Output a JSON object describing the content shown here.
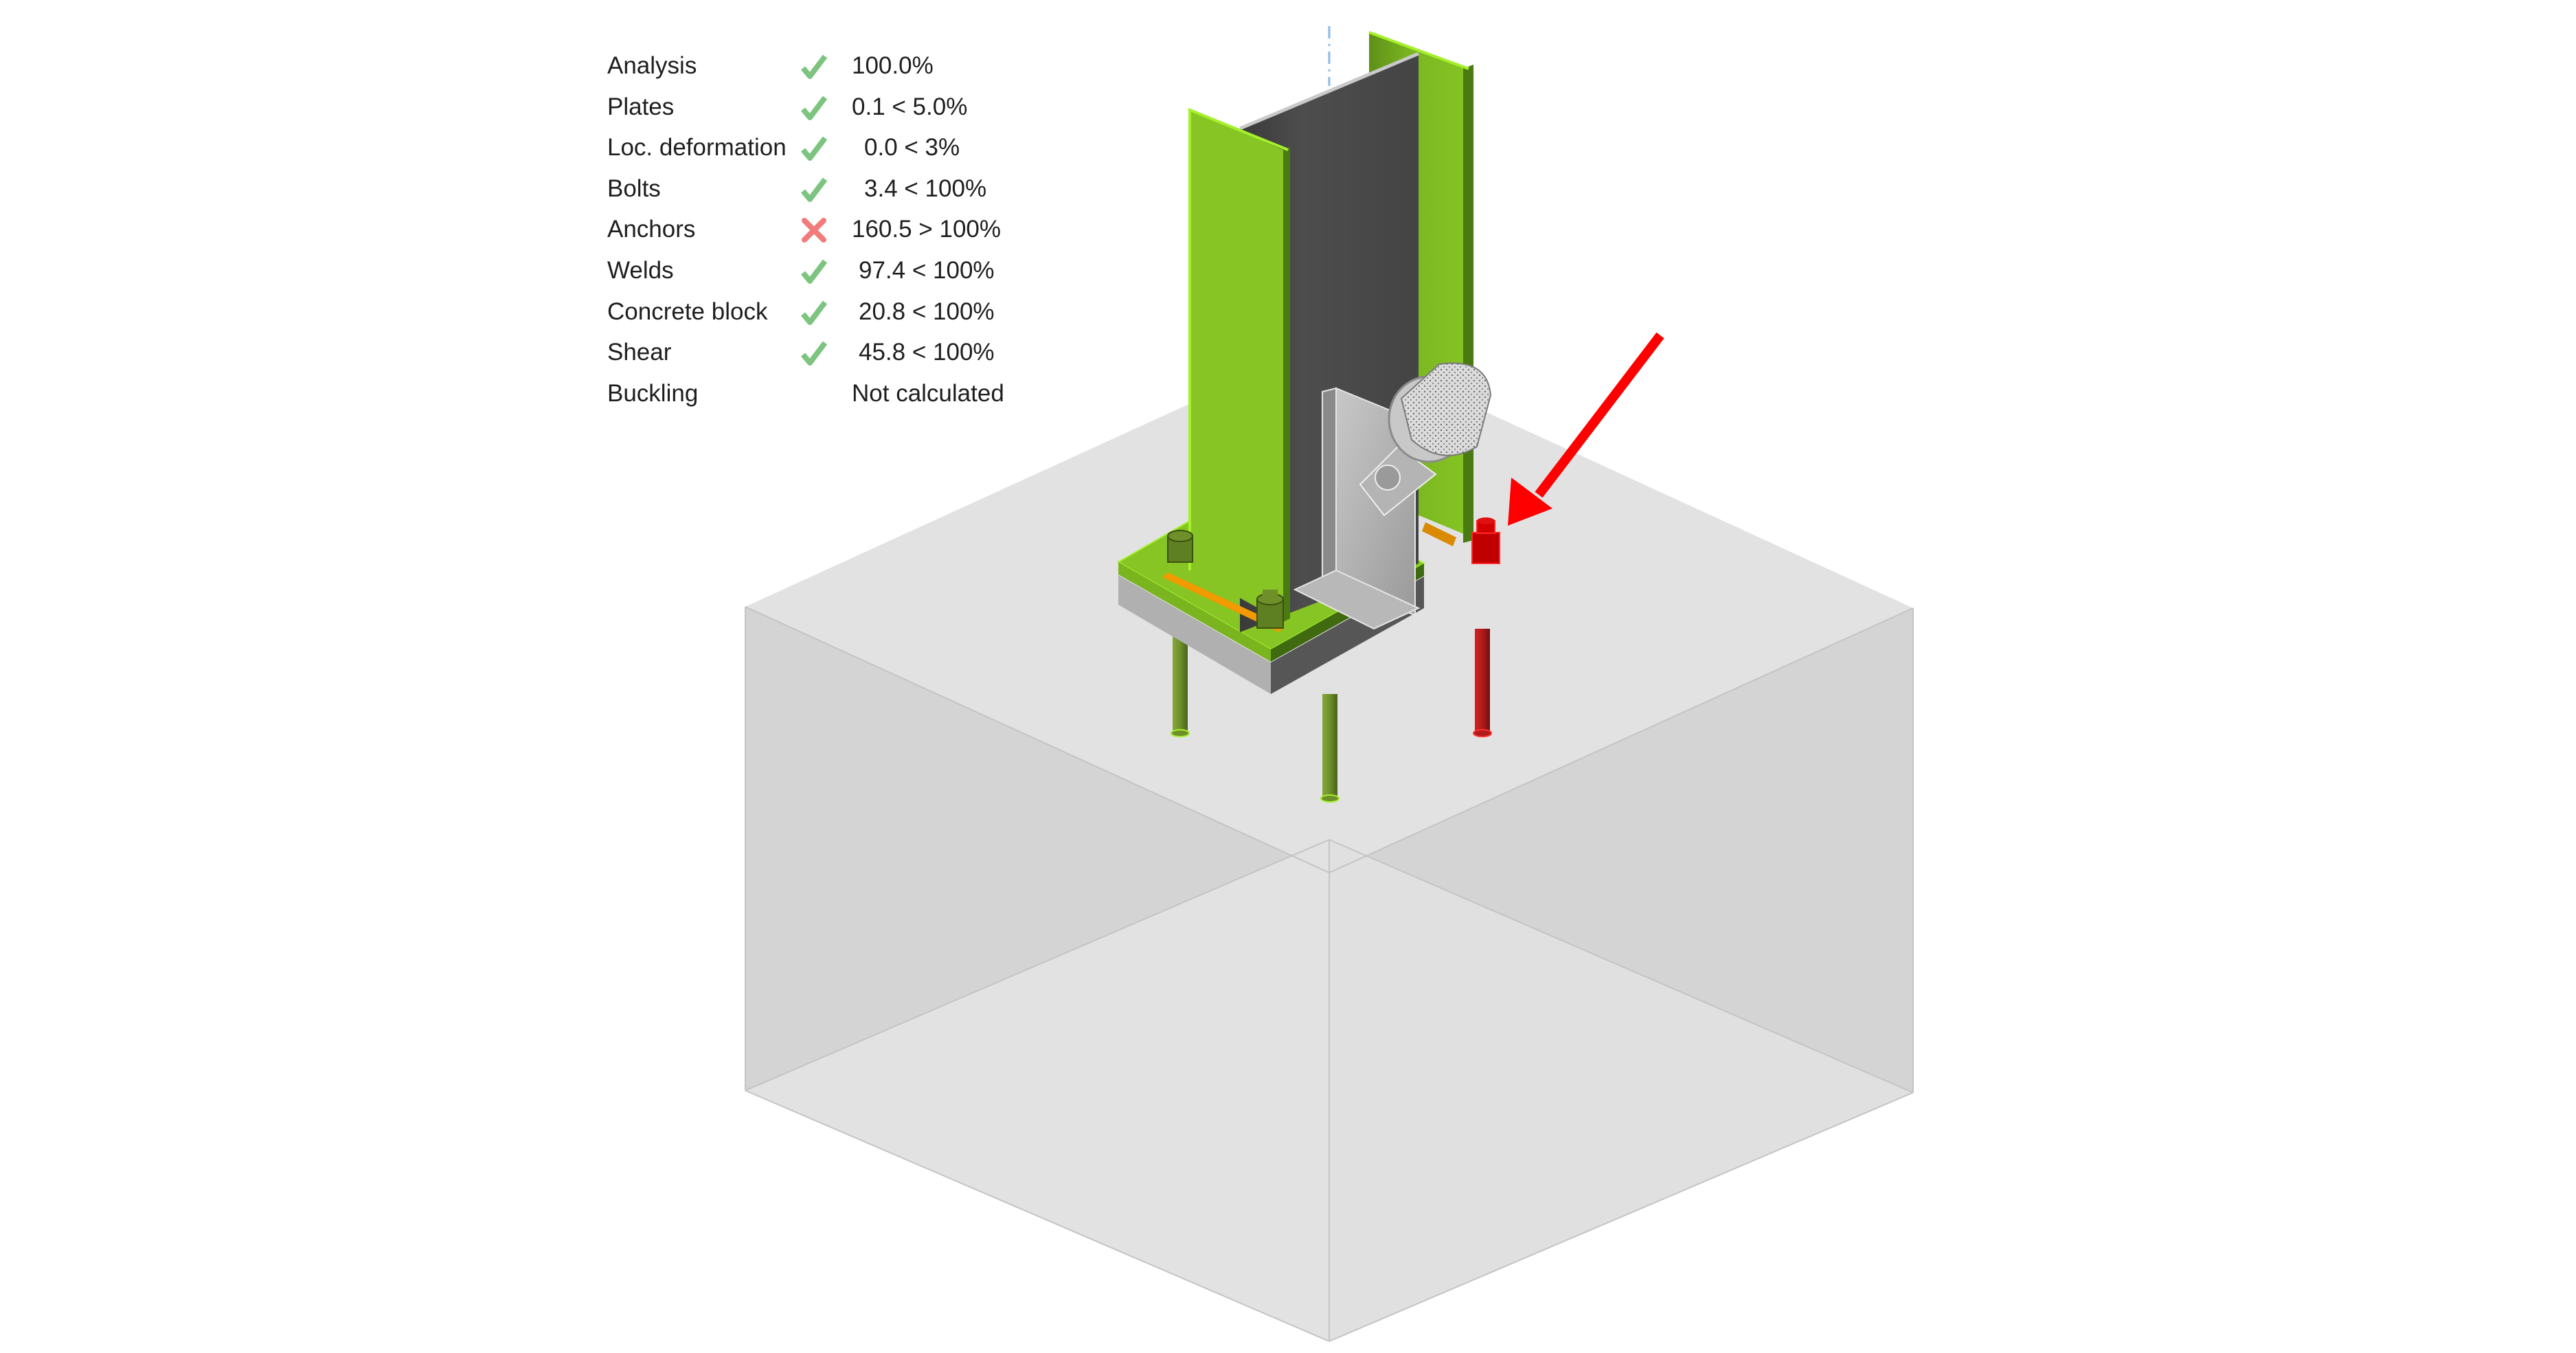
{
  "view": {
    "type": "3D connection model view (column base plate on concrete block)",
    "background": "#ffffff"
  },
  "results": {
    "rows": [
      {
        "label": "Analysis",
        "status": "pass",
        "value": "100.0%"
      },
      {
        "label": "Plates",
        "status": "pass",
        "value": "0.1 < 5.0%"
      },
      {
        "label": "Loc. deformation",
        "status": "pass",
        "value": "0.0 < 3%"
      },
      {
        "label": "Bolts",
        "status": "pass",
        "value": "3.4 < 100%"
      },
      {
        "label": "Anchors",
        "status": "fail",
        "value": "160.5 > 100%"
      },
      {
        "label": "Welds",
        "status": "pass",
        "value": "97.4 < 100%"
      },
      {
        "label": "Concrete block",
        "status": "pass",
        "value": "20.8 < 100%"
      },
      {
        "label": "Shear",
        "status": "pass",
        "value": "45.8 < 100%"
      },
      {
        "label": "Buckling",
        "status": "none",
        "value": "Not calculated"
      }
    ],
    "icons": {
      "pass": "check-icon",
      "fail": "cross-icon"
    }
  },
  "colors": {
    "pass": "#7cc47f",
    "fail": "#f27b7b",
    "steel_ok": "#86c524",
    "steel_edge": "#a4f02a",
    "web": "#4a4a4a",
    "weld": "#f29a00",
    "anchor_fail": "#d40000",
    "anchor_ok": "#6f8f2a",
    "concrete_light": "#e2e2e2",
    "concrete_dark": "#d4d4d4",
    "grout_light": "#b0b0b0",
    "grout_dark": "#565656",
    "annotation_arrow": "#ff0000",
    "axis_line": "#8ab8f0"
  },
  "model": {
    "components": [
      "concrete-block",
      "grout-layer",
      "base-plate",
      "column-left-flange",
      "column-web",
      "column-right-flange",
      "shear-angle-cleat",
      "anchor-rods",
      "anchor-nuts",
      "welds",
      "annotation-arrow"
    ],
    "highlighted_anchor": "rear-right anchor (failing)"
  }
}
